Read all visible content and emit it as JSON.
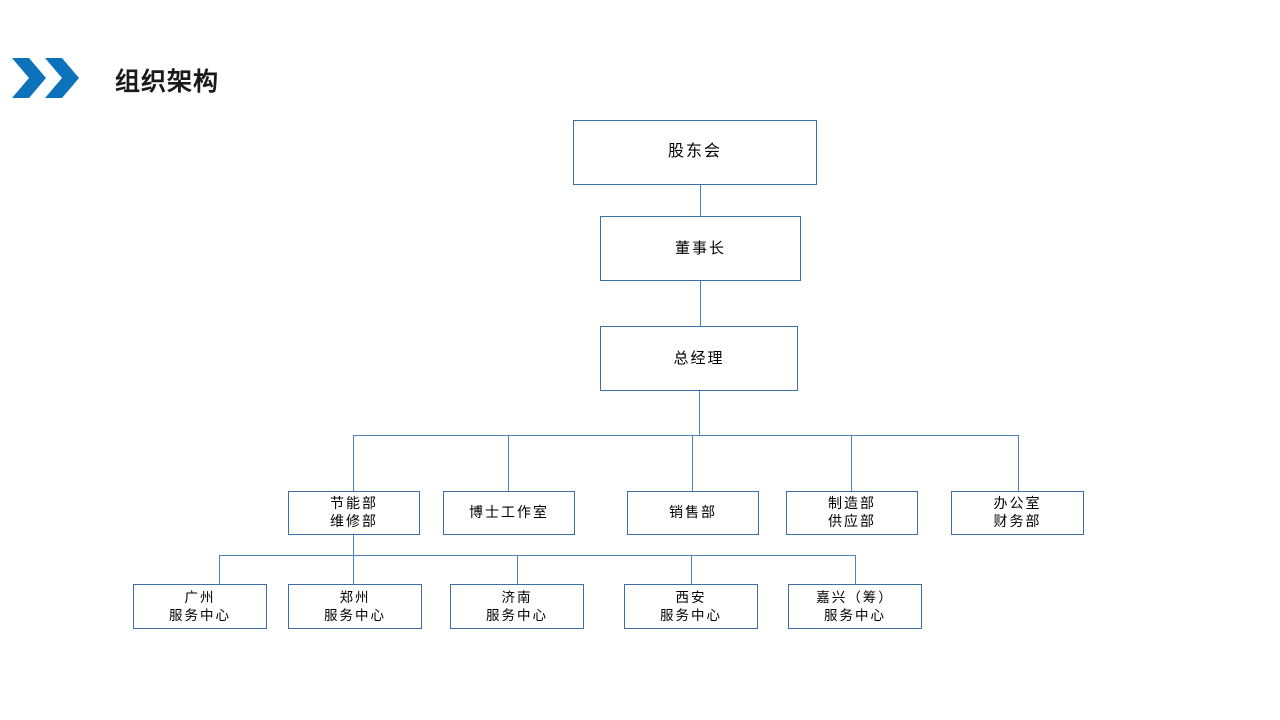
{
  "header": {
    "title": "组织架构",
    "accent_color": "#0C72BC",
    "chevron_icon": "double-chevron-right-icon"
  },
  "chart_data": {
    "type": "diagram",
    "subtype": "org-chart",
    "title": "组织架构",
    "box_border_color": "#3E6FA4",
    "connector_color": "#4E81B4",
    "levels": [
      {
        "level": 1,
        "nodes": [
          {
            "id": "shareholders",
            "line1": "股东会",
            "line2": ""
          }
        ]
      },
      {
        "level": 2,
        "nodes": [
          {
            "id": "chairman",
            "line1": "董事长",
            "line2": ""
          }
        ]
      },
      {
        "level": 3,
        "nodes": [
          {
            "id": "general-manager",
            "line1": "总经理",
            "line2": ""
          }
        ]
      },
      {
        "level": 4,
        "nodes": [
          {
            "id": "energy-maintenance",
            "line1": "节能部",
            "line2": "维修部"
          },
          {
            "id": "doctor-studio",
            "line1": "博士工作室",
            "line2": ""
          },
          {
            "id": "sales",
            "line1": "销售部",
            "line2": ""
          },
          {
            "id": "manufacture-supply",
            "line1": "制造部",
            "line2": "供应部"
          },
          {
            "id": "office-finance",
            "line1": "办公室",
            "line2": "财务部"
          }
        ]
      },
      {
        "level": 5,
        "nodes": [
          {
            "id": "guangzhou",
            "line1": "广州",
            "line2": "服务中心"
          },
          {
            "id": "zhengzhou",
            "line1": "郑州",
            "line2": "服务中心"
          },
          {
            "id": "jinan",
            "line1": "济南",
            "line2": "服务中心"
          },
          {
            "id": "xian",
            "line1": "西安",
            "line2": "服务中心"
          },
          {
            "id": "jiaxing",
            "line1": "嘉兴（筹）",
            "line2": "服务中心"
          }
        ]
      }
    ]
  }
}
